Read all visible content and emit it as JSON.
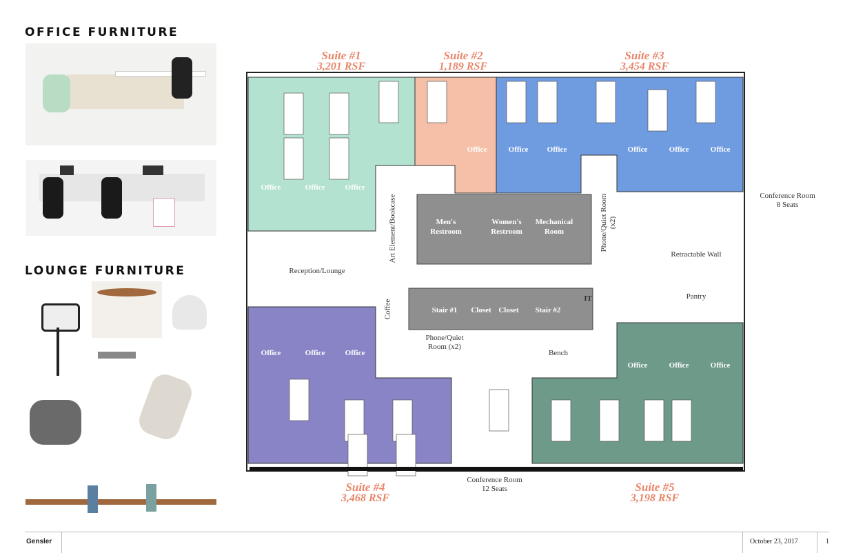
{
  "sections": {
    "office_furniture": "OFFICE FURNITURE",
    "lounge_furniture": "LOUNGE FURNITURE"
  },
  "suites": [
    {
      "name": "Suite #1",
      "area": "3,201 RSF",
      "color": "#b3e2d0"
    },
    {
      "name": "Suite #2",
      "area": "1,189 RSF",
      "color": "#f6c0a8"
    },
    {
      "name": "Suite #3",
      "area": "3,454 RSF",
      "color": "#6f9be0"
    },
    {
      "name": "Suite #4",
      "area": "3,468 RSF",
      "color": "#8884c6"
    },
    {
      "name": "Suite #5",
      "area": "3,198 RSF",
      "color": "#6e9a8a"
    }
  ],
  "rooms": {
    "office": "Office",
    "mens": "Men's Restroom",
    "womens": "Women's Restroom",
    "mechanical": "Mechanical Room",
    "stair1": "Stair #1",
    "stair2": "Stair #2",
    "closet": "Closet",
    "it": "IT",
    "reception": "Reception/Lounge",
    "art": "Art Element/Bookcase",
    "coffee": "Coffee",
    "phone_left": "Phone/Quiet Room (x2)",
    "phone_right": "Phone/Quiet Room (x2)",
    "bench": "Bench",
    "conf8": "Conference Room",
    "conf8_seats": "8 Seats",
    "retractable": "Retractable Wall",
    "pantry": "Pantry",
    "conf12": "Conference Room",
    "conf12_seats": "12 Seats"
  },
  "footer": {
    "brand": "Gensler",
    "date": "October 23, 2017",
    "page": "1"
  }
}
